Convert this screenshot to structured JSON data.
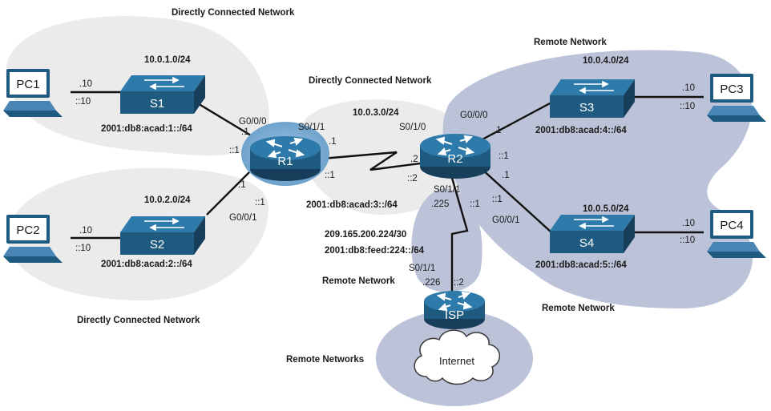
{
  "zones": {
    "directly_connected_top": "Directly Connected Network",
    "directly_connected_mid": "Directly Connected Network",
    "directly_connected_bottom": "Directly Connected Network",
    "remote_top": "Remote Network",
    "remote_right": "Remote Network",
    "remote_left": "Remote Network",
    "remote_networks": "Remote Networks"
  },
  "devices": {
    "pc1": "PC1",
    "pc2": "PC2",
    "pc3": "PC3",
    "pc4": "PC4",
    "s1": "S1",
    "s2": "S2",
    "s3": "S3",
    "s4": "S4",
    "r1": "R1",
    "r2": "R2",
    "isp": "ISP",
    "internet": "Internet"
  },
  "subnets": {
    "lan1_v4": "10.0.1.0/24",
    "lan1_v6": "2001:db8:acad:1::/64",
    "lan2_v4": "10.0.2.0/24",
    "lan2_v6": "2001:db8:acad:2::/64",
    "wan_v4": "10.0.3.0/24",
    "wan_v6": "2001:db8:acad:3::/64",
    "lan4_v4": "10.0.4.0/24",
    "lan4_v6": "2001:db8:acad:4::/64",
    "lan5_v4": "10.0.5.0/24",
    "lan5_v6": "2001:db8:acad:5::/64",
    "isp_v4": "209.165.200.224/30",
    "isp_v6": "2001:db8:feed:224::/64"
  },
  "interfaces": {
    "r1_g000": "G0/0/0",
    "r1_g001": "G0/0/1",
    "r1_s011": "S0/1/1",
    "r2_g000": "G0/0/0",
    "r2_g001": "G0/0/1",
    "r2_s010": "S0/1/0",
    "r2_s011": "S0/1/1",
    "isp_s011": "S0/1/1"
  },
  "addresses": {
    "pc1_v4": ".10",
    "pc1_v6": "::10",
    "pc2_v4": ".10",
    "pc2_v6": "::10",
    "pc3_v4": ".10",
    "pc3_v6": "::10",
    "pc4_v4": ".10",
    "pc4_v6": "::10",
    "r1_g000_v4": ".1",
    "r1_g000_v6": "::1",
    "r1_g001_v4": ".1",
    "r1_g001_v6": "::1",
    "r1_s011_v4": ".1",
    "r1_s011_v6": "::1",
    "r2_s010_v4": ".2",
    "r2_s010_v6": "::2",
    "r2_g000_v4": ".1",
    "r2_g000_v6": "::1",
    "r2_g001_v4": ".1",
    "r2_g001_v6": "::1",
    "r2_s011_v4": ".225",
    "r2_s011_v6": "::1",
    "isp_v4": ".226",
    "isp_v6": "::2"
  },
  "colors": {
    "direct_zone": "#ebebeb",
    "remote_zone": "#bcc3d8",
    "device_fill": "#1f5a80",
    "device_top": "#2e7bab"
  }
}
